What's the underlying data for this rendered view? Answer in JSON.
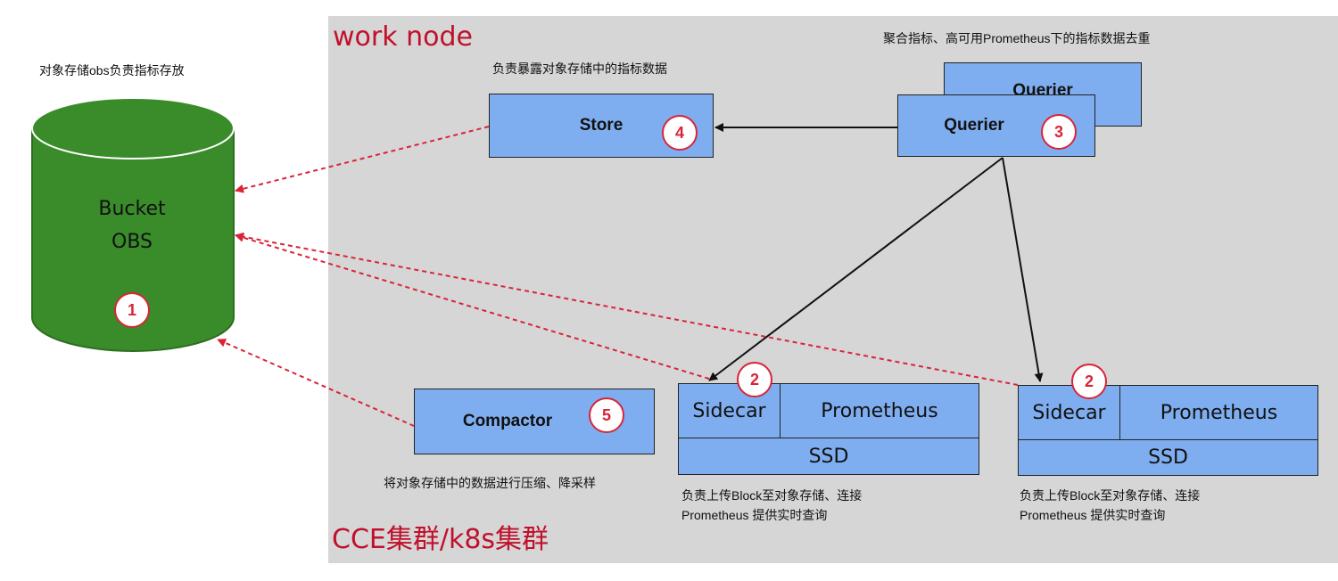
{
  "bucket": {
    "caption": "对象存储obs负责指标存放",
    "label_line1": "Bucket",
    "label_line2": "OBS",
    "badge": "1",
    "color": "#3a8c2a"
  },
  "work_node": {
    "title": "work node",
    "cluster_title": "CCE集群/k8s集群"
  },
  "store": {
    "label": "Store",
    "badge": "4",
    "caption": "负责暴露对象存储中的指标数据"
  },
  "querier": {
    "label": "Querier",
    "back_label": "Querier",
    "badge": "3",
    "caption": "聚合指标、高可用Prometheus下的指标数据去重"
  },
  "compactor": {
    "label": "Compactor",
    "badge": "5",
    "caption": "将对象存储中的数据进行压缩、降采样"
  },
  "prom_groups": [
    {
      "sidecar": "Sidecar",
      "prometheus": "Prometheus",
      "ssd": "SSD",
      "badge": "2",
      "caption_line1": "负责上传Block至对象存储、连接",
      "caption_line2": "Prometheus 提供实时查询"
    },
    {
      "sidecar": "Sidecar",
      "prometheus": "Prometheus",
      "ssd": "SSD",
      "badge": "2",
      "caption_line1": "负责上传Block至对象存储、连接",
      "caption_line2": "Prometheus 提供实时查询"
    }
  ],
  "colors": {
    "accent_red": "#d92438",
    "title_red": "#c0102c",
    "component_blue": "#7faef0",
    "region_gray": "#d6d6d6"
  }
}
